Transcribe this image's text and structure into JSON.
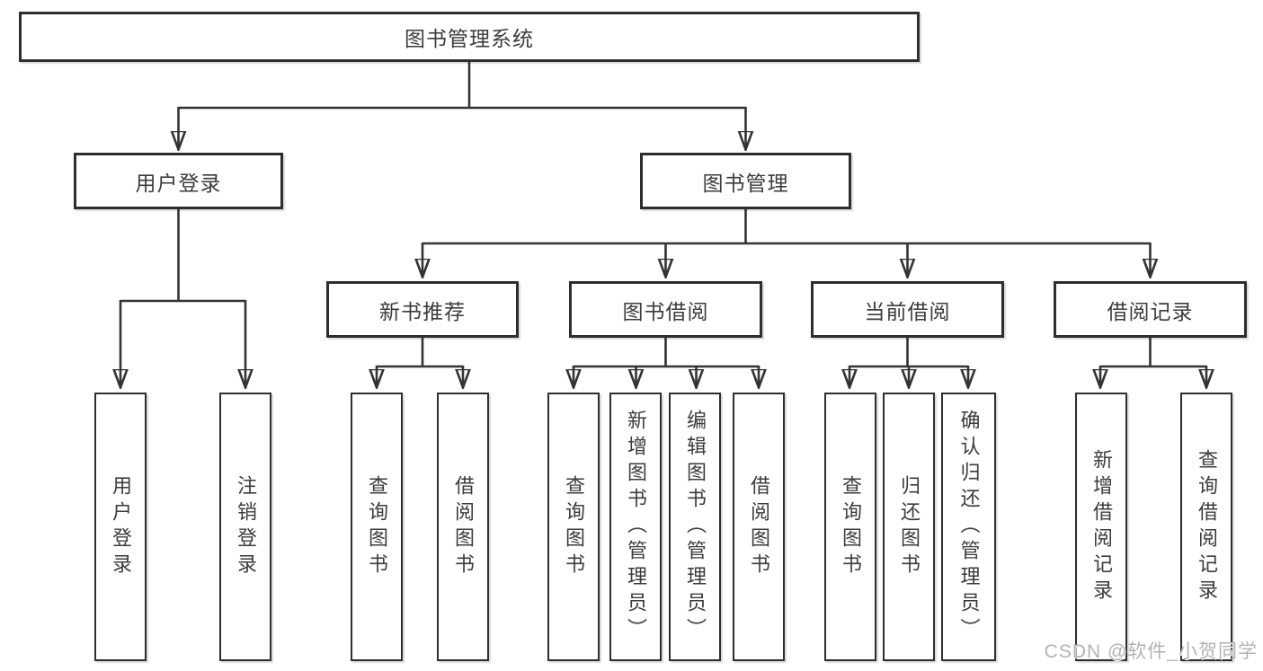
{
  "diagram": {
    "title": "图书管理系统",
    "root": "图书管理系统",
    "level2": {
      "user_login": "用户登录",
      "book_mgmt": "图书管理"
    },
    "level3": {
      "new_book_rec": "新书推荐",
      "book_borrow": "图书借阅",
      "current_borrow": "当前借阅",
      "borrow_records": "借阅记录"
    },
    "leaves": {
      "user_login": "用户登录",
      "logout": "注销登录",
      "rec_query_books": "查询图书",
      "rec_borrow_books": "借阅图书",
      "bb_query_books": "查询图书",
      "bb_add_book": "新增图书（管理员）",
      "bb_edit_book": "编辑图书（管理员）",
      "bb_borrow_books": "借阅图书",
      "cb_query_books": "查询图书",
      "cb_return_book": "归还图书",
      "cb_confirm_return": "确认归还（管理员）",
      "br_add_record": "新增借阅记录",
      "br_query_record": "查询借阅记录"
    }
  },
  "watermark": "CSDN @软件_小贺同学",
  "colors": {
    "line": "#333333",
    "box_border": "#2e2e2e",
    "box_fill": "#ffffff",
    "text": "#3c3c3c",
    "watermark": "#b3b3b3"
  }
}
